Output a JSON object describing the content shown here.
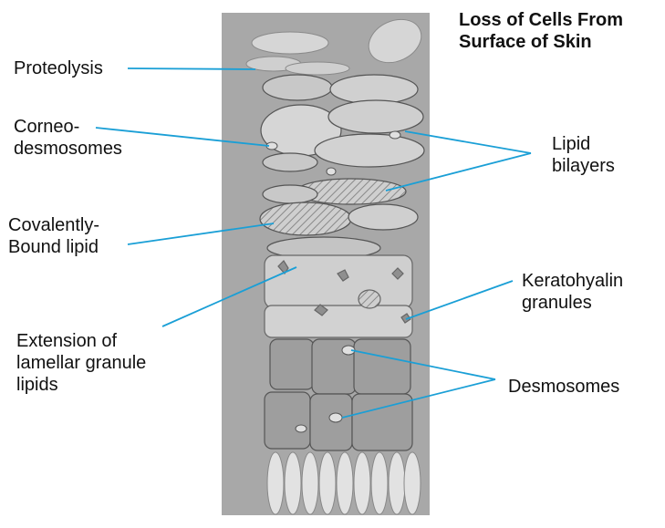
{
  "title": {
    "line1": "Loss of Cells From",
    "line2": "Surface of Skin"
  },
  "labels": {
    "proteolysis": "Proteolysis",
    "corneo_1": "Corneo-",
    "corneo_2": "desmosomes",
    "covalent_1": "Covalently-",
    "covalent_2": "Bound lipid",
    "extension_1": "Extension of",
    "extension_2": "lamellar granule",
    "extension_3": "lipids",
    "lipid_1": "Lipid",
    "lipid_2": "bilayers",
    "kerato_1": "Keratohyalin",
    "kerato_2": "granules",
    "desmosomes": "Desmosomes"
  },
  "colors": {
    "panel": "#a8a8a8",
    "cell_light": "#d6d6d6",
    "cell_mid": "#c2c2c2",
    "cell_dark": "#9c9c9c",
    "leader_line": "#1a9fd6"
  }
}
